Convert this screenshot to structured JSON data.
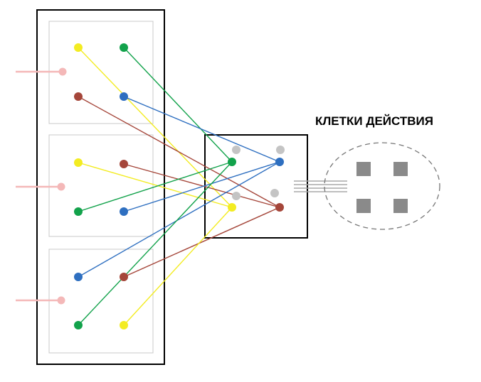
{
  "labels": {
    "action_cells": "КЛЕТКИ ДЕЙСТВИЯ"
  },
  "colors": {
    "yellow": "#f3ec22",
    "green": "#12a24b",
    "blue": "#2e6fc0",
    "red": "#a5463a",
    "gray": "#c4c4c4",
    "pink": "#f4b8b8",
    "frame": "#000000",
    "sub_frame": "#c8c8c8",
    "action_cell": "#8a8a8a",
    "dashed_outline": "#777777"
  },
  "icons": {
    "input_dendrite": "pink-line-with-dot",
    "action_cell": "gray-square"
  }
}
